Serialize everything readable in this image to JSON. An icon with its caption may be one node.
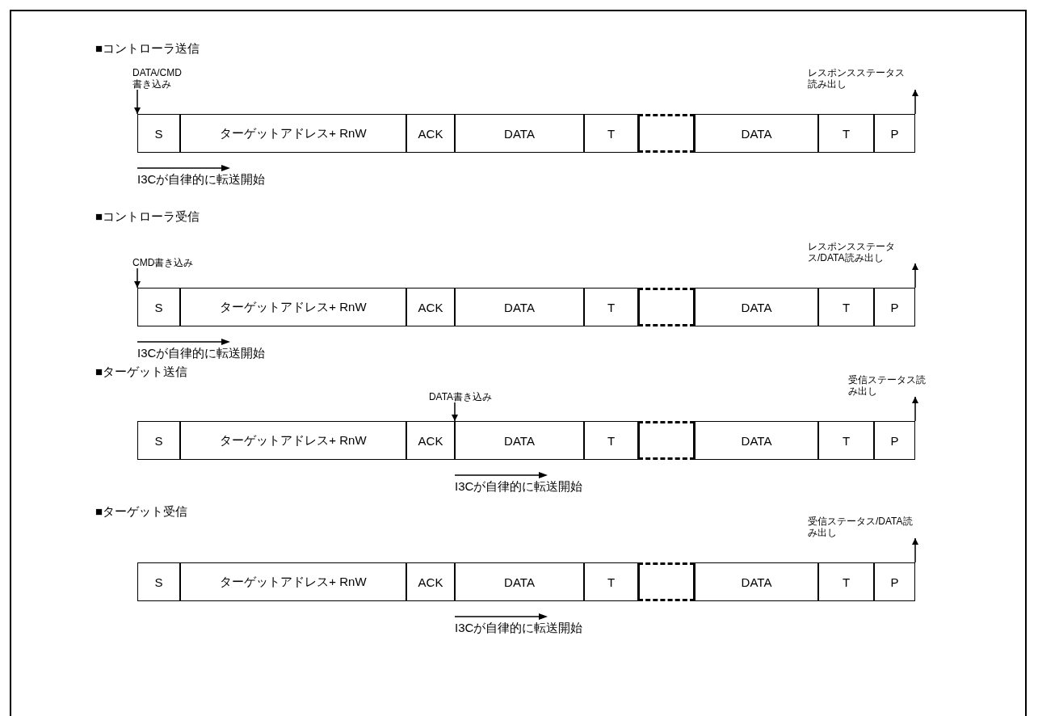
{
  "diagram": {
    "nodes": [
      {
        "text": [
          "DATA/CMD書き込み"
        ]
      },
      {
        "text": [
          "レスポンスステータス読み出し"
        ]
      },
      {
        "text": [
          "S"
        ]
      },
      {
        "text": [
          "ターゲットアドレス+ RnW"
        ]
      },
      {
        "text": [
          "ACK"
        ]
      },
      {
        "text": [
          "DATA"
        ]
      },
      {
        "text": [
          "T"
        ]
      },
      {
        "text": [],
        "shape": "box"
      },
      {
        "text": [
          "DATA"
        ]
      },
      {
        "text": [
          "T"
        ]
      },
      {
        "text": [
          "P"
        ]
      },
      {
        "text": [
          "CMD書き込み"
        ]
      },
      {
        "text": [
          "レスポンスステータス/DATA読み出し"
        ]
      },
      {
        "text": [
          "S"
        ]
      },
      {
        "text": [
          "ターゲットアドレス+ RnW"
        ]
      },
      {
        "text": [
          "ACK"
        ]
      },
      {
        "text": [
          "DATA"
        ]
      },
      {
        "text": [
          "T"
        ]
      },
      {
        "text": [],
        "shape": "box"
      },
      {
        "text": [
          "DATA"
        ]
      },
      {
        "text": [
          "T"
        ]
      },
      {
        "text": [
          "P"
        ]
      },
      {
        "text": [
          "DATA書き込み"
        ]
      },
      {
        "text": [
          "受信ステータス読み出し"
        ]
      },
      {
        "text": [
          "S"
        ]
      },
      {
        "text": [
          "ターゲットアドレス+ RnW"
        ]
      },
      {
        "text": [
          "ACK"
        ]
      },
      {
        "text": [
          "DATA"
        ]
      },
      {
        "text": [
          "T"
        ]
      },
      {
        "text": [],
        "shape": "box"
      },
      {
        "text": [
          "DATA"
        ]
      },
      {
        "text": [
          "T"
        ]
      },
      {
        "text": [
          "P"
        ]
      },
      {
        "text": [
          "受信ステータス/DATA読み出し"
        ]
      },
      {
        "text": [
          "S"
        ]
      },
      {
        "text": [
          "ターゲットアドレス+ RnW"
        ]
      },
      {
        "text": [
          "ACK"
        ]
      },
      {
        "text": [
          "DATA"
        ]
      },
      {
        "text": [
          "T"
        ]
      },
      {
        "text": [],
        "shape": "box"
      },
      {
        "text": [
          "DATA"
        ]
      },
      {
        "text": [
          "T"
        ]
      },
      {
        "text": [
          "P"
        ]
      }
    ],
    "edges": [
      {
        "from": 0,
        "to": 2,
        "arrow": "to"
      },
      {
        "from": 10,
        "to": 1,
        "arrow": "to"
      },
      {
        "from": 11,
        "to": 13,
        "arrow": "to"
      },
      {
        "from": 21,
        "to": 12,
        "arrow": "to"
      },
      {
        "from": 22,
        "to": 27,
        "arrow": "to"
      },
      {
        "from": 32,
        "to": 23,
        "arrow": "to"
      },
      {
        "from": 42,
        "to": 33,
        "arrow": "to"
      }
    ],
    "labels": [
      "■コントローラ送信",
      "I3Cが自律的に転送開始",
      "■コントローラ受信",
      "I3Cが自律的に転送開始",
      "■ターゲット送信",
      "I3Cが自律的に転送開始",
      "■ターゲット受信",
      "I3Cが自律的に転送開始"
    ]
  }
}
